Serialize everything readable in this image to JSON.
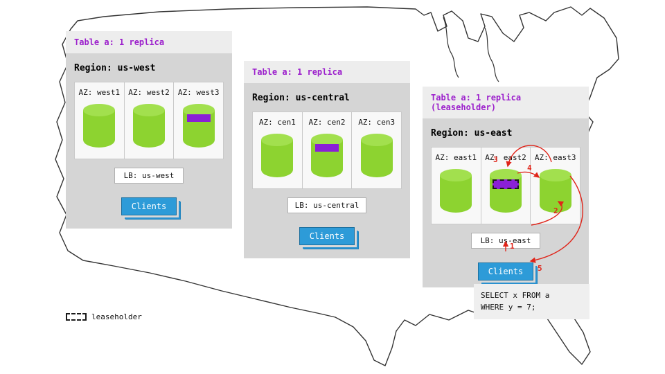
{
  "colors": {
    "accent_purple": "#9c20cc",
    "replica_purple": "#8a1fd6",
    "replica_green": "#8dd330",
    "clients_blue": "#2d9bd8",
    "arrow_red": "#e02419",
    "panel_gray": "#d5d5d5"
  },
  "legend": {
    "label": "leaseholder"
  },
  "sql_box": {
    "query": "SELECT x FROM a\nWHERE y = 7;"
  },
  "east_flow": {
    "steps": [
      "1",
      "2",
      "3",
      "4",
      "5"
    ]
  },
  "regions": [
    {
      "table_label": "Table a: 1 replica",
      "region_label": "Region: us-west",
      "lb_label": "LB: us-west",
      "clients_label": "Clients",
      "azs": [
        {
          "label": "AZ: west1",
          "has_replica": false,
          "is_leaseholder": false
        },
        {
          "label": "AZ: west2",
          "has_replica": false,
          "is_leaseholder": false
        },
        {
          "label": "AZ: west3",
          "has_replica": true,
          "is_leaseholder": false
        }
      ]
    },
    {
      "table_label": "Table a: 1 replica",
      "region_label": "Region: us-central",
      "lb_label": "LB: us-central",
      "clients_label": "Clients",
      "azs": [
        {
          "label": "AZ: cen1",
          "has_replica": false,
          "is_leaseholder": false
        },
        {
          "label": "AZ: cen2",
          "has_replica": true,
          "is_leaseholder": false
        },
        {
          "label": "AZ: cen3",
          "has_replica": false,
          "is_leaseholder": false
        }
      ]
    },
    {
      "table_label": "Table a: 1 replica (leaseholder)",
      "region_label": "Region: us-east",
      "lb_label": "LB: us-east",
      "clients_label": "Clients",
      "azs": [
        {
          "label": "AZ: east1",
          "has_replica": false,
          "is_leaseholder": false
        },
        {
          "label": "AZ: east2",
          "has_replica": true,
          "is_leaseholder": true
        },
        {
          "label": "AZ: east3",
          "has_replica": false,
          "is_leaseholder": false
        }
      ]
    }
  ]
}
